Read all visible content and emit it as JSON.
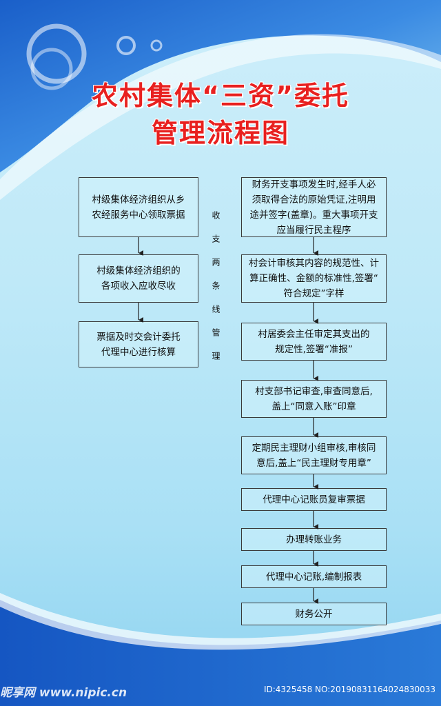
{
  "title_line1": "农村集体“三资”委托",
  "title_line2": "管理流程图",
  "vertical_label": "收支两条线管理",
  "left_steps": [
    "村级集体经济组织从乡\n农经服务中心领取票据",
    "村级集体经济组织的\n各项收入应收尽收",
    "票据及时交会计委托\n代理中心进行核算"
  ],
  "right_steps": [
    "财务开支事项发生时,经手人必\n须取得合法的原始凭证,注明用\n途并签字(盖章)。重大事项开支\n应当履行民主程序",
    "村会计审核其内容的规范性、计\n算正确性、金额的标准性,签署“\n符合规定”字样",
    "村居委会主任审定其支出的\n规定性,签署“准报”",
    "村支部书记审查,审查同意后,\n盖上“同意入账”印章",
    "定期民主理财小组审核,审核同\n意后,盖上“民主理财专用章”",
    "代理中心记账员复审票据",
    "办理转账业务",
    "代理中心记账,编制报表",
    "财务公开"
  ],
  "watermark_left": "昵享网 www.nipic.cn",
  "watermark_right": "ID:4325458 NO:20190831164024830033",
  "colors": {
    "title": "#e8201f",
    "background": "#bfe9f8",
    "border": "#3a3a3a",
    "decor": "#1f6fd1"
  }
}
